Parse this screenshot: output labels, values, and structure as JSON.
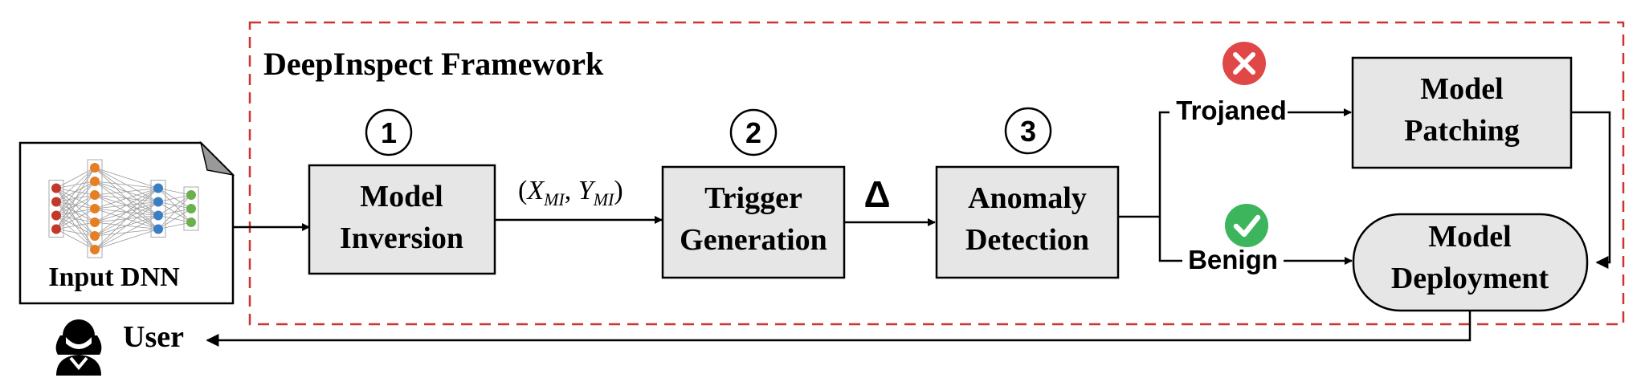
{
  "framework": {
    "title": "DeepInspect Framework",
    "border_color": "#cc3333"
  },
  "input": {
    "label": "Input DNN"
  },
  "user": {
    "label": "User"
  },
  "steps": [
    {
      "number": "1",
      "line1": "Model",
      "line2": "Inversion"
    },
    {
      "number": "2",
      "line1": "Trigger",
      "line2": "Generation"
    },
    {
      "number": "3",
      "line1": "Anomaly",
      "line2": "Detection"
    }
  ],
  "edges": {
    "inversion_output": {
      "open": "(",
      "x": "X",
      "x_sub": "MI",
      "sep": ", ",
      "y": "Y",
      "y_sub": "MI",
      "close": ")"
    },
    "trigger_output": "Δ"
  },
  "outcomes": {
    "trojaned": {
      "label": "Trojaned",
      "icon": "error-x-icon",
      "color": "#e04848"
    },
    "benign": {
      "label": "Benign",
      "icon": "check-icon",
      "color": "#3cb55c"
    }
  },
  "patching": {
    "line1": "Model",
    "line2": "Patching"
  },
  "deployment": {
    "line1": "Model",
    "line2": "Deployment"
  },
  "nn_colors": [
    "#c0392b",
    "#e67e22",
    "#3a7fc4",
    "#6ab04c"
  ]
}
